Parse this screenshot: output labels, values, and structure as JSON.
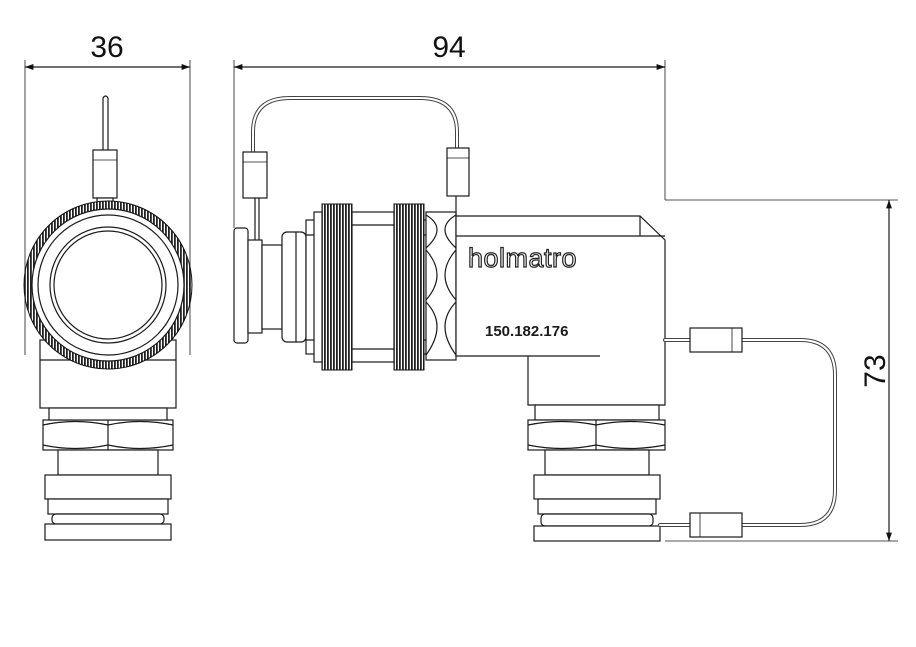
{
  "dimensions": {
    "width_front": "36",
    "length_side": "94",
    "height_side": "73"
  },
  "label": {
    "brand": "holmatro",
    "part_number": "150.182.176"
  }
}
